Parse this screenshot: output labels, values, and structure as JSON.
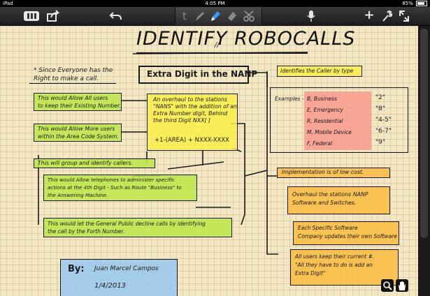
{
  "status_bar": {
    "carrier": "iPad",
    "time": "4:05 PM",
    "battery": "85%"
  },
  "toolbar": {
    "library_icon": "library-icon",
    "share_icon": "share-icon",
    "undo_icon": "undo-icon",
    "text_tool": "t",
    "mic_icon": "microphone-icon",
    "add_icon": "+",
    "settings_icon": "wrench-icon",
    "expand_icon": "expand-icon"
  },
  "note": {
    "title": "IDENTIFY ROBOCALLS",
    "title_caret": "//",
    "since_everyone": [
      "* Since Everyone has the",
      "Right to make a call."
    ],
    "center_title": "Extra Digit in the NANP",
    "identifies": "Identifies the Caller by type",
    "overhaul_lines": [
      "An overhaul to the stations",
      "\"NANS\" with the addition of an",
      "Extra Number digit, Behind",
      "the third Digit NXX[ ]"
    ],
    "formula": "+1-(AREA) + NXXX-XXXX",
    "green1": [
      "This would Allow All users",
      "to keep their Existing Number."
    ],
    "green2": [
      "This would Allow More users",
      "within the Area Code System."
    ],
    "green3": "This will group and identify callers.",
    "green4": [
      "This would Allow telephones to administer specific",
      "actions at the 4th Digit - Such as Route \"Business\" to",
      "the Answering Machine."
    ],
    "green5": [
      "This would let the General Public decline calls by identifying",
      "the call by the Forth Number."
    ],
    "examples_label": "Examples -",
    "examples": [
      {
        "label": "B, Business",
        "code": "\"2\""
      },
      {
        "label": "E, Emergency",
        "code": "\"8\""
      },
      {
        "label": "R, Residential",
        "code": "\"4-5\""
      },
      {
        "label": "M, Mobile Device",
        "code": "\"6-7\""
      },
      {
        "label": "F, Federal",
        "code": "\"9\""
      }
    ],
    "implementation": "Implementation is of low cost.",
    "overhaul2": [
      "Overhaul the stations NANP",
      "Software and Switches."
    ],
    "each_specific": [
      "Each Specific Software",
      "Company updates their own Software"
    ],
    "all_users": [
      "All users keep their current #.",
      "\"All they have to do is add an",
      "Extra Digit\""
    ],
    "by_label": "By:",
    "author": "Juan Marcel Campos",
    "date": "1/4/2013"
  },
  "colors": {
    "paper": "#f3e7c4",
    "green": "#bce846",
    "yellow": "#faf046",
    "orange": "#fabe46",
    "pink": "#fa968c",
    "blue": "#96c8f0",
    "highlighter_tool": "#3a9bff"
  }
}
